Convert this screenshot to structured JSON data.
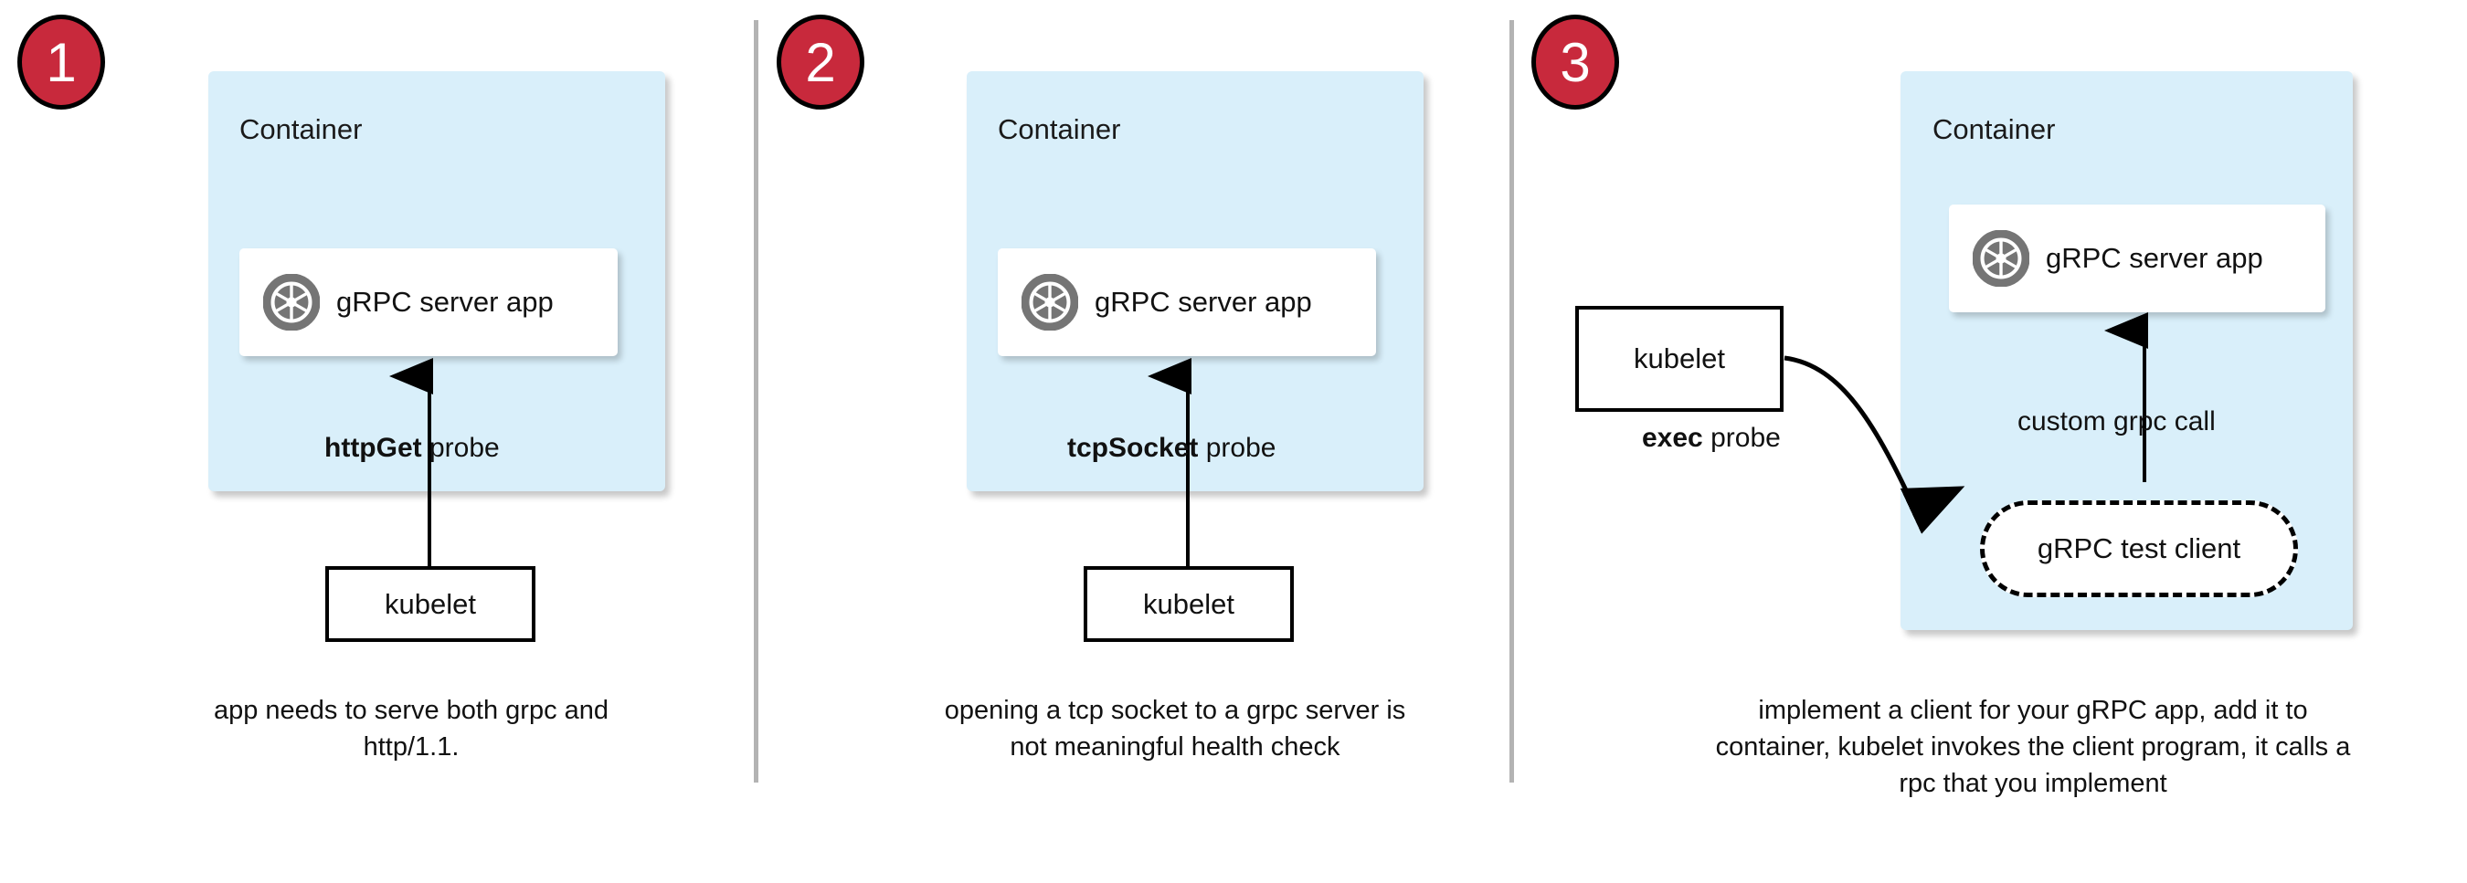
{
  "diagram": {
    "title": "gRPC health probe approaches in Kubernetes",
    "colors": {
      "badge_fill": "#c8293c",
      "badge_stroke": "#000000",
      "container_fill": "#d9effa",
      "divider": "#b3b3b3",
      "logo_gray": "#757575",
      "text": "#111111"
    },
    "panels": [
      {
        "number": "1",
        "container_label": "Container",
        "app_label": "gRPC server app",
        "app_icon": "grpc-logo-icon",
        "probe_label_bold": "httpGet",
        "probe_label_rest": " probe",
        "kubelet_label": "kubelet",
        "caption": "app needs to serve both grpc and http/1.1."
      },
      {
        "number": "2",
        "container_label": "Container",
        "app_label": "gRPC server app",
        "app_icon": "grpc-logo-icon",
        "probe_label_bold": "tcpSocket",
        "probe_label_rest": " probe",
        "kubelet_label": "kubelet",
        "caption": "opening a tcp socket to a grpc server is not meaningful health check"
      },
      {
        "number": "3",
        "container_label": "Container",
        "app_label": "gRPC server app",
        "app_icon": "grpc-logo-icon",
        "probe_label_bold": "exec",
        "probe_label_rest": " probe",
        "kubelet_label": "kubelet",
        "client_label": "gRPC test client",
        "call_label": "custom grpc call",
        "caption": "implement a client for your gRPC app, add it to container, kubelet invokes the client program, it calls a rpc that you implement"
      }
    ]
  }
}
